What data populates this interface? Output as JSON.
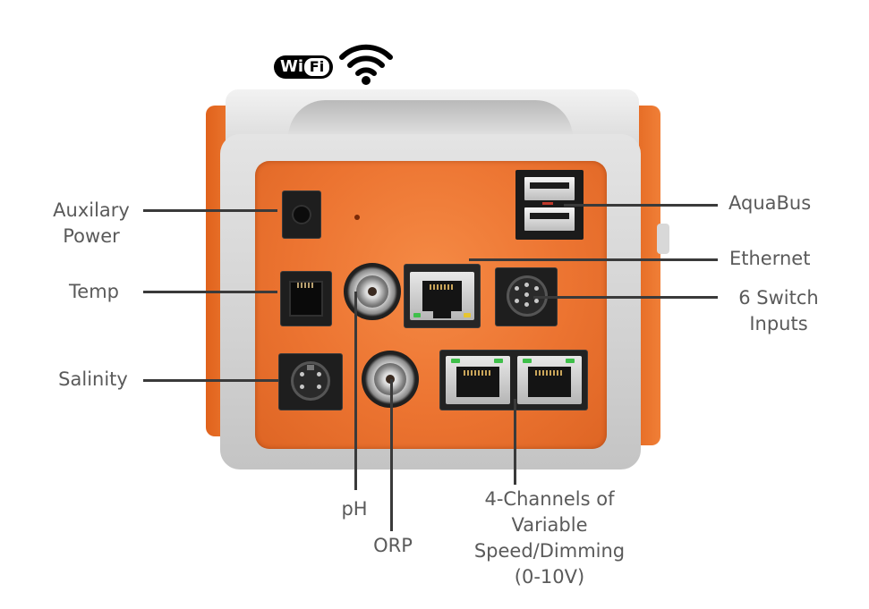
{
  "wifi_logo": {
    "text_wi": "Wi",
    "text_fi": "Fi",
    "icon": "wifi-signal-icon"
  },
  "labels": {
    "auxiliary_power_line1": "Auxilary",
    "auxiliary_power_line2": "Power",
    "temp": "Temp",
    "salinity": "Salinity",
    "aquabus": "AquaBus",
    "ethernet": "Ethernet",
    "switch_inputs_line1": "6 Switch",
    "switch_inputs_line2": "Inputs",
    "ph": "pH",
    "orp": "ORP",
    "channels_line1": "4-Channels of",
    "channels_line2": "Variable",
    "channels_line3": "Speed/Dimming",
    "channels_line4": "(0-10V)"
  },
  "colors": {
    "panel_orange": "#ec7431",
    "housing_gray": "#d2d2d2",
    "label_gray": "#5a5a5a",
    "led_green": "#3fbf4a",
    "led_yellow": "#e6c531"
  }
}
